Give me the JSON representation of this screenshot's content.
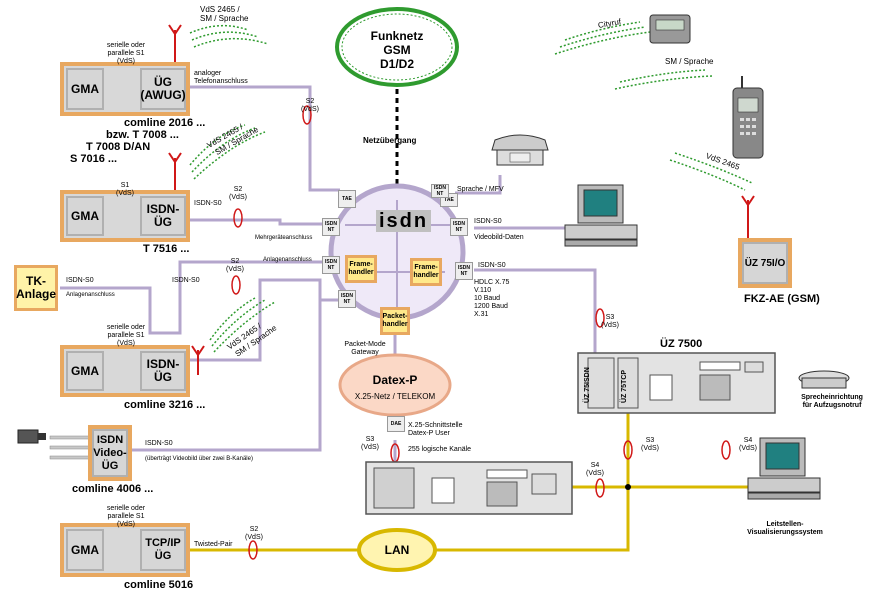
{
  "network": {
    "gsm": {
      "title": "Funknetz",
      "line2": "GSM",
      "line3": "D1/D2"
    },
    "datexp": {
      "title": "Datex-P",
      "sub": "X.25-Netz / TELEKOM"
    },
    "lan": {
      "title": "LAN"
    },
    "isdn": {
      "logo": "isdn",
      "gateway": "Netzübergang"
    }
  },
  "isdn_boxes": {
    "tae1": "TAE",
    "tae2": "TAE",
    "ntA": "ISDN NT",
    "ntB": "ISDN NT",
    "ntC": "ISDN NT",
    "ntD": "ISDN NT",
    "ntE": "ISDN NT",
    "fh1": "Frame-handler",
    "fh2": "Frame-handler",
    "packet": "Packet-handler",
    "dae": "DAE"
  },
  "devices": {
    "d1": {
      "gma": "GMA",
      "ug": "ÜG (AWUG)",
      "names": [
        "comline 2016 ...",
        "bzw. T 7008 ...",
        "T 7008 D/AN",
        "S 7016 ..."
      ],
      "iface": [
        "serielle oder",
        "parallele S1",
        "(VdS)"
      ],
      "line": [
        "analoger",
        "Telefonanschluss"
      ],
      "antenna": [
        "VdS 2465 /",
        "SM / Sprache"
      ]
    },
    "d2": {
      "gma": "GMA",
      "ug": "ISDN-ÜG",
      "name": "T 7516 ...",
      "iface": [
        "S1",
        "(VdS)"
      ],
      "line": "ISDN-S0",
      "s2": [
        "S2",
        "(VdS)"
      ],
      "mehr": "Mehrgeräteanschluss",
      "antenna": [
        "VdS 2465 /",
        "SM / Sprache"
      ]
    },
    "tk": {
      "title": "TK-Anlage",
      "line": "ISDN-S0",
      "anl": "Anlagenanschluss"
    },
    "d3": {
      "gma": "GMA",
      "ug": "ISDN-ÜG",
      "name": "comline 3216 ...",
      "iface": [
        "serielle oder",
        "parallele S1",
        "(VdS)"
      ],
      "line": "ISDN-S0",
      "s2": [
        "S2",
        "(VdS)"
      ],
      "anl": "Anlagenanschluss",
      "antenna": [
        "VdS 2465 /",
        "SM / Sprache"
      ]
    },
    "d4": {
      "ug": "ISDN Video-ÜG",
      "name": "comline 4006 ...",
      "line": "ISDN-S0",
      "note": "(überträgt Videobild über zwei B-Kanäle)"
    },
    "d5": {
      "gma": "GMA",
      "ug": "TCP/IP ÜG",
      "name": "comline 5016",
      "iface": [
        "serielle oder",
        "parallele S1",
        "(VdS)"
      ],
      "line": "Twisted-Pair",
      "s2": [
        "S2",
        "(VdS)"
      ]
    }
  },
  "right": {
    "phone": "Sprache / MFV",
    "video": "Videobild-Daten",
    "isdn_s0a": "ISDN-S0",
    "isdn_s0b": "ISDN-S0",
    "hdlc": [
      "HDLC X.75",
      "V.110",
      "10 Baud",
      "1200 Baud",
      "X.31"
    ],
    "cityruf": "Cityruf",
    "sm_sprache": "SM / Sprache",
    "vds2465": "VdS 2465",
    "uz75": "ÜZ 75I/O",
    "fkz": "FKZ-AE (GSM)",
    "uz7500": "ÜZ 7500",
    "uz75isdn": "ÜZ 75ISDN",
    "uz75tcp": "ÜZ 75TCP",
    "s3a": [
      "S3",
      "(VdS)"
    ],
    "s3b": [
      "S3",
      "(VdS)"
    ],
    "s3c": [
      "S3",
      "(VdS)"
    ],
    "s4a": [
      "S4",
      "(VdS)"
    ],
    "s4b": [
      "S4",
      "(VdS)"
    ],
    "s2top": [
      "S2",
      "(VdS)"
    ],
    "packet_gw": [
      "Packet-Mode",
      "Gateway"
    ],
    "x25": [
      "X.25-Schnittstelle",
      "Datex-P User"
    ],
    "kanale": "255 logische Kanäle",
    "sprech": [
      "Sprecheinrichtung",
      "für Aufzugsnotruf"
    ],
    "leit": [
      "Leitstellen-",
      "Visualisierungssystem"
    ]
  },
  "colors": {
    "isdn": "#b4a6cc",
    "lan": "#d8b800",
    "datexp": "#f0b090",
    "gsm": "#2f9b2f",
    "box_border": "#e8a860",
    "ring": "#d01818"
  }
}
